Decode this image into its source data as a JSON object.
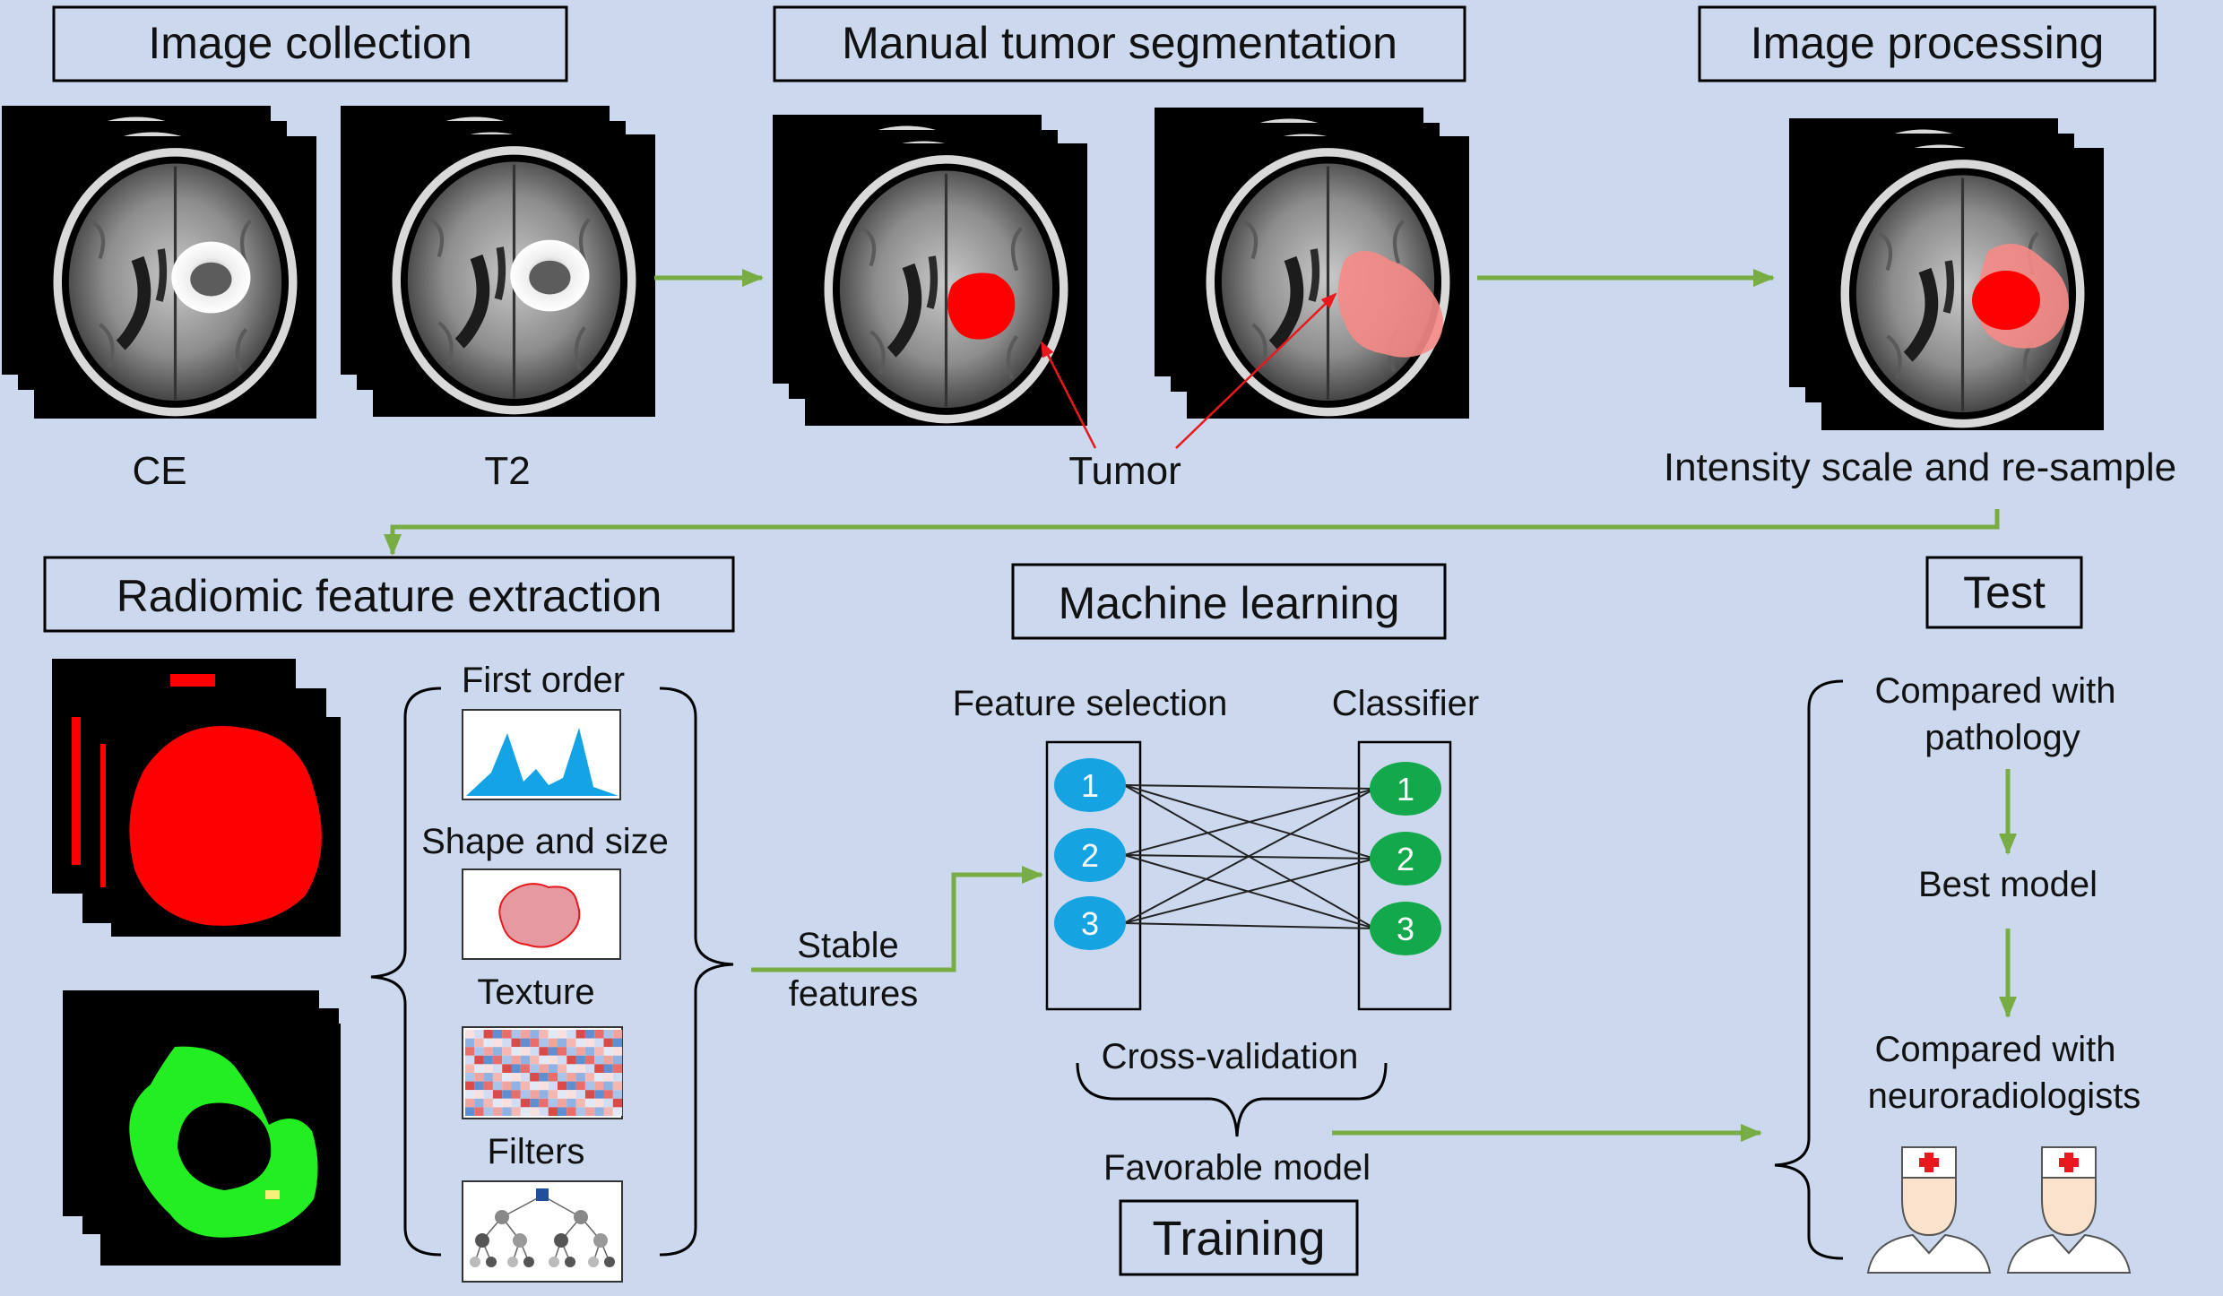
{
  "sections": {
    "image_collection": "Image collection",
    "manual_segmentation": "Manual tumor segmentation",
    "image_processing": "Image processing",
    "radiomic_extraction": "Radiomic feature extraction",
    "machine_learning": "Machine learning",
    "test": "Test",
    "training": "Training"
  },
  "labels": {
    "ce": "CE",
    "t2": "T2",
    "tumor": "Tumor",
    "intensity": "Intensity scale and re-sample",
    "first_order": "First order",
    "shape_size": "Shape and size",
    "texture": "Texture",
    "filters": "Filters",
    "stable1": "Stable",
    "stable2": "features",
    "feature_selection": "Feature selection",
    "classifier": "Classifier",
    "cross_validation": "Cross-validation",
    "favorable_model": "Favorable model",
    "compared_pathology1": "Compared  with",
    "compared_pathology2": "pathology",
    "best_model": "Best model",
    "compared_neuro1": "Compared  with",
    "compared_neuro2": "neuroradiologists"
  },
  "nodes": {
    "fs": [
      "1",
      "2",
      "3"
    ],
    "cl": [
      "1",
      "2",
      "3"
    ]
  },
  "colors": {
    "background": "#cbd8ee",
    "arrow": "#78ad45",
    "tumor_red": "#ff0000",
    "edema_pink": "#f58a86",
    "mask_green": "#22ee22",
    "node_blue": "#16a3e2",
    "node_green": "#14a84c",
    "cross_red": "#e8181c"
  },
  "icons": [
    "brain-mri-icon",
    "tumor-mask-icon",
    "edema-mask-icon",
    "histogram-icon",
    "shape-blob-icon",
    "texture-heatmap-icon",
    "filter-tree-icon",
    "doctor-icon"
  ]
}
